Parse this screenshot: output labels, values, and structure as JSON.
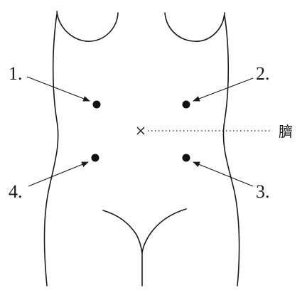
{
  "diagram": {
    "labels": {
      "point_1": "1.",
      "point_2": "2.",
      "point_3": "3.",
      "point_4": "4.",
      "navel": "臍"
    },
    "colors": {
      "ink": "#1a1a1a",
      "background": "#ffffff"
    }
  }
}
